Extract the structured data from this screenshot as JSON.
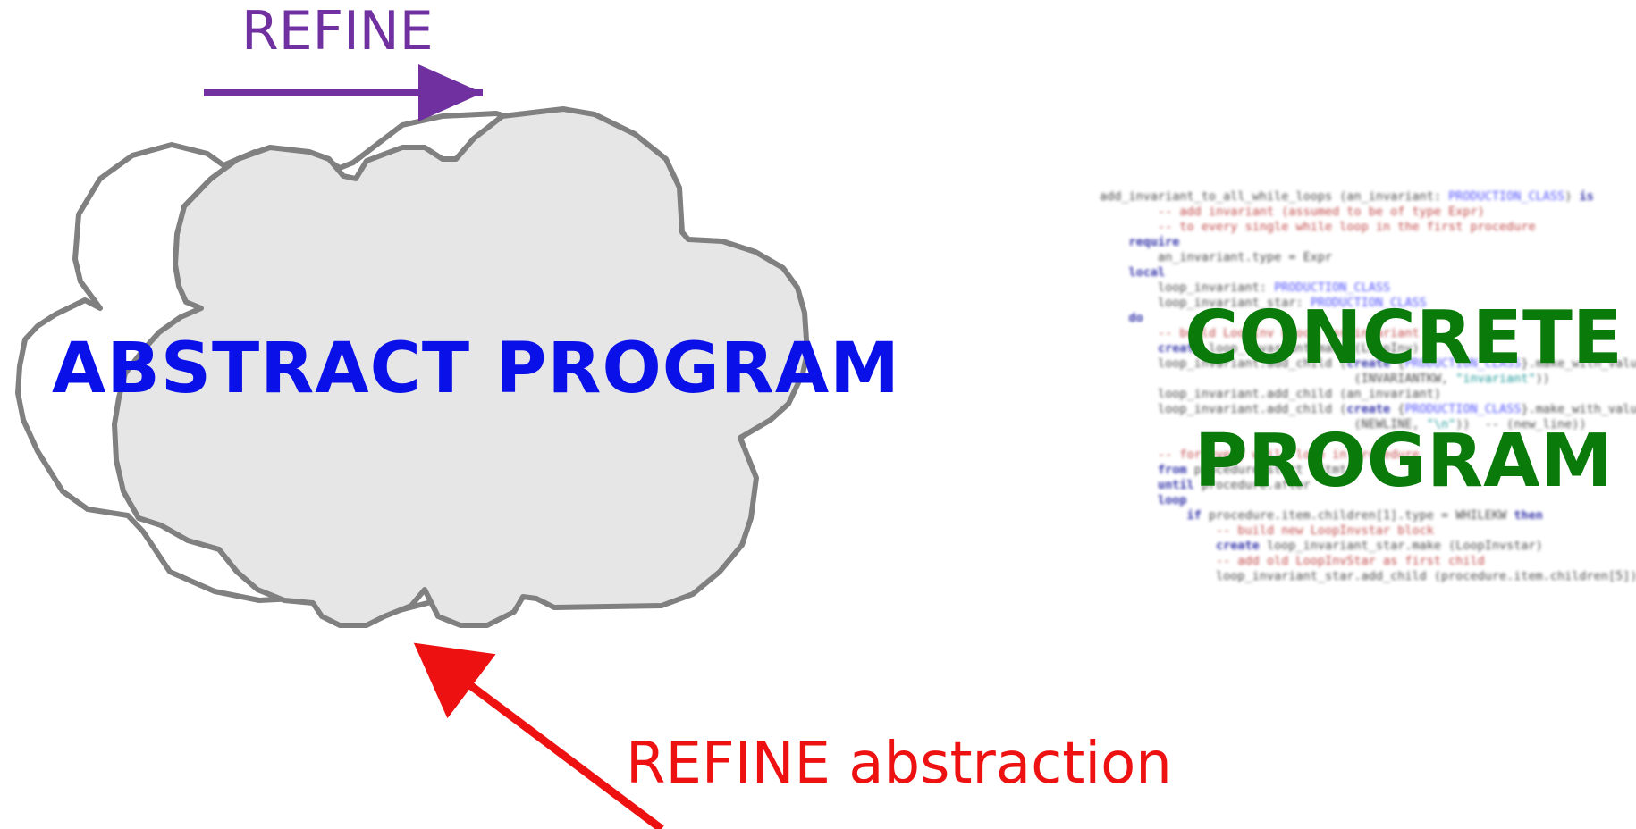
{
  "diagram": {
    "top_arrow_label": "REFINE",
    "abstract_label": "ABSTRACT PROGRAM",
    "concrete_label_line1": "CONCRETE",
    "concrete_label_line2": "PROGRAM",
    "bottom_arrow_label": "REFINE abstraction"
  },
  "code_lines": [
    [
      [
        "n",
        "add_invariant_to_all_while_loops (an_invariant: "
      ],
      [
        "ty",
        "PRODUCTION_CLASS"
      ],
      [
        "n",
        ") "
      ],
      [
        "kw",
        "is"
      ]
    ],
    [
      [
        "n",
        "        "
      ],
      [
        "cm",
        "-- add invariant (assumed to be of type Expr)"
      ]
    ],
    [
      [
        "n",
        "        "
      ],
      [
        "cm",
        "-- to every single while loop in the first procedure"
      ]
    ],
    [
      [
        "n",
        "    "
      ],
      [
        "kw",
        "require"
      ]
    ],
    [
      [
        "n",
        "        an_invariant.type = Expr"
      ]
    ],
    [
      [
        "n",
        "    "
      ],
      [
        "kw",
        "local"
      ]
    ],
    [
      [
        "n",
        "        loop_invariant: "
      ],
      [
        "ty",
        "PRODUCTION_CLASS"
      ]
    ],
    [
      [
        "n",
        "        loop_invariant_star: "
      ],
      [
        "ty",
        "PRODUCTION_CLASS"
      ]
    ],
    [
      [
        "n",
        "    "
      ],
      [
        "kw",
        "do"
      ]
    ],
    [
      [
        "n",
        "        "
      ],
      [
        "cm",
        "-- build LoopInv block for invariant"
      ]
    ],
    [
      [
        "n",
        "        "
      ],
      [
        "kw",
        "create"
      ],
      [
        "n",
        " loop_invariant.make (LoopInv)"
      ]
    ],
    [
      [
        "n",
        "        loop_invariant.add_child ("
      ],
      [
        "kw",
        "create"
      ],
      [
        "n",
        " {"
      ],
      [
        "ty",
        "PRODUCTION_CLASS"
      ],
      [
        "n",
        "}.make_with_value"
      ]
    ],
    [
      [
        "n",
        "                                   (INVARIANTKW, "
      ],
      [
        "st",
        "\"invariant\""
      ],
      [
        "n",
        "))"
      ]
    ],
    [
      [
        "n",
        "        loop_invariant.add_child (an_invariant)"
      ]
    ],
    [
      [
        "n",
        "        loop_invariant.add_child ("
      ],
      [
        "kw",
        "create"
      ],
      [
        "n",
        " {"
      ],
      [
        "ty",
        "PRODUCTION_CLASS"
      ],
      [
        "n",
        "}.make_with_value"
      ]
    ],
    [
      [
        "n",
        "                                   (NEWLINE, "
      ],
      [
        "st",
        "\"\\n\""
      ],
      [
        "n",
        "))  -- (new_line))"
      ]
    ],
    [
      [
        "n",
        ""
      ]
    ],
    [
      [
        "n",
        "        "
      ],
      [
        "cm",
        "-- for every while loop in procedure"
      ]
    ],
    [
      [
        "n",
        "        "
      ],
      [
        "kw",
        "from"
      ],
      [
        "n",
        " procedure.start (Stmt)"
      ]
    ],
    [
      [
        "n",
        "        "
      ],
      [
        "kw",
        "until"
      ],
      [
        "n",
        " procedure.after"
      ]
    ],
    [
      [
        "n",
        "        "
      ],
      [
        "kw",
        "loop"
      ]
    ],
    [
      [
        "n",
        "            "
      ],
      [
        "kw",
        "if"
      ],
      [
        "n",
        " procedure.item.children[1].type = WHILEKW "
      ],
      [
        "kw",
        "then"
      ]
    ],
    [
      [
        "n",
        "                "
      ],
      [
        "cm",
        "-- build new LoopInvstar block"
      ]
    ],
    [
      [
        "n",
        "                "
      ],
      [
        "kw",
        "create"
      ],
      [
        "n",
        " loop_invariant_star.make (LoopInvstar)"
      ]
    ],
    [
      [
        "n",
        "                "
      ],
      [
        "cm",
        "-- add old LoopInvStar as first child"
      ]
    ],
    [
      [
        "n",
        "                loop_invariant_star.add_child (procedure.item.children[5])"
      ]
    ]
  ],
  "colors": {
    "refine_top": "#7030a0",
    "abstract": "#0a10e8",
    "concrete": "#0a7a0a",
    "refine_abs": "#ee1111",
    "cloud_stroke": "#808080",
    "cloud_fill": "#e6e6e6"
  }
}
